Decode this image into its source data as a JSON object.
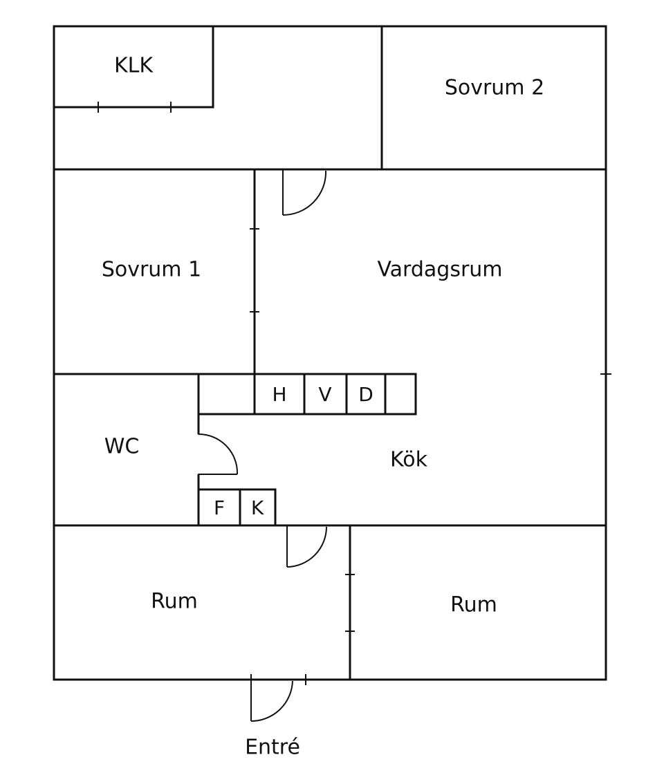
{
  "colors": {
    "line": "#111111",
    "background": "#ffffff"
  },
  "rooms": {
    "klk": "KLK",
    "sovrum2": "Sovrum 2",
    "sovrum1": "Sovrum 1",
    "vardagsrum": "Vardagsrum",
    "wc": "WC",
    "kok": "Kök",
    "rum_left": "Rum",
    "rum_right": "Rum",
    "entre": "Entré"
  },
  "appliances": {
    "h": "H",
    "v": "V",
    "d": "D",
    "f": "F",
    "k": "K"
  }
}
